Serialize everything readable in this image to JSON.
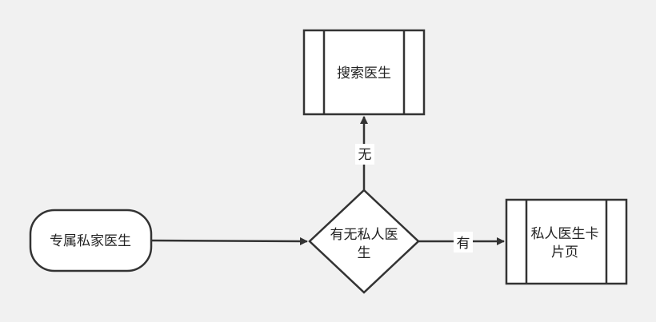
{
  "nodes": {
    "start": {
      "label": "专属私家医生"
    },
    "decision": {
      "label_line1": "有无私人医",
      "label_line2": "生"
    },
    "search": {
      "label": "搜索医生"
    },
    "card": {
      "label_line1": "私人医生卡",
      "label_line2": "片页"
    }
  },
  "edges": {
    "no": {
      "label": "无"
    },
    "yes": {
      "label": "有"
    }
  },
  "colors": {
    "background": "#f1f1f1",
    "stroke": "#333333",
    "fill": "#ffffff"
  }
}
